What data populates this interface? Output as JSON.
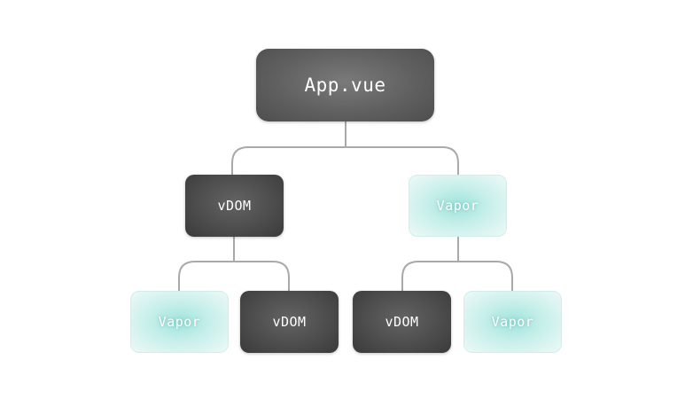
{
  "diagram": {
    "root": {
      "label": "App.vue"
    },
    "left": {
      "label": "vDOM",
      "children": [
        {
          "label": "Vapor"
        },
        {
          "label": "vDOM"
        }
      ]
    },
    "right": {
      "label": "Vapor",
      "children": [
        {
          "label": "vDOM"
        },
        {
          "label": "Vapor"
        }
      ]
    }
  },
  "colors": {
    "dark_node": "#4d4d4d",
    "vapor_node": "#b8ebe5",
    "connector": "#a9a9a9",
    "text": "#ffffff"
  }
}
